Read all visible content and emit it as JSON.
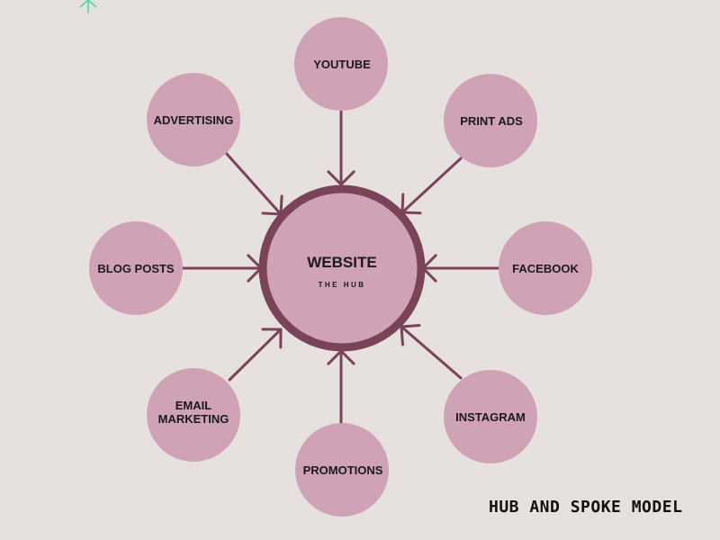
{
  "hub": {
    "title": "WEBSITE",
    "subtitle": "THE HUB"
  },
  "spokes": [
    {
      "id": "youtube",
      "lines": [
        "YOUTUBE"
      ]
    },
    {
      "id": "print-ads",
      "lines": [
        "PRINT ADS"
      ]
    },
    {
      "id": "facebook",
      "lines": [
        "FACEBOOK"
      ]
    },
    {
      "id": "instagram",
      "lines": [
        "INSTAGRAM"
      ]
    },
    {
      "id": "promotions",
      "lines": [
        "PROMOTIONS"
      ]
    },
    {
      "id": "email-marketing",
      "lines": [
        "EMAIL",
        "MARKETING"
      ]
    },
    {
      "id": "blog-posts",
      "lines": [
        "BLOG POSTS"
      ]
    },
    {
      "id": "advertising",
      "lines": [
        "ADVERTISING"
      ]
    }
  ],
  "footer": {
    "model_title": "HUB AND SPOKE MODEL"
  },
  "colors": {
    "background": "#e6e1df",
    "node_fill": "#d0a2b5",
    "hub_ring": "#7a4358",
    "arrow": "#7a4358",
    "corner_mark": "#3ed6a8"
  }
}
